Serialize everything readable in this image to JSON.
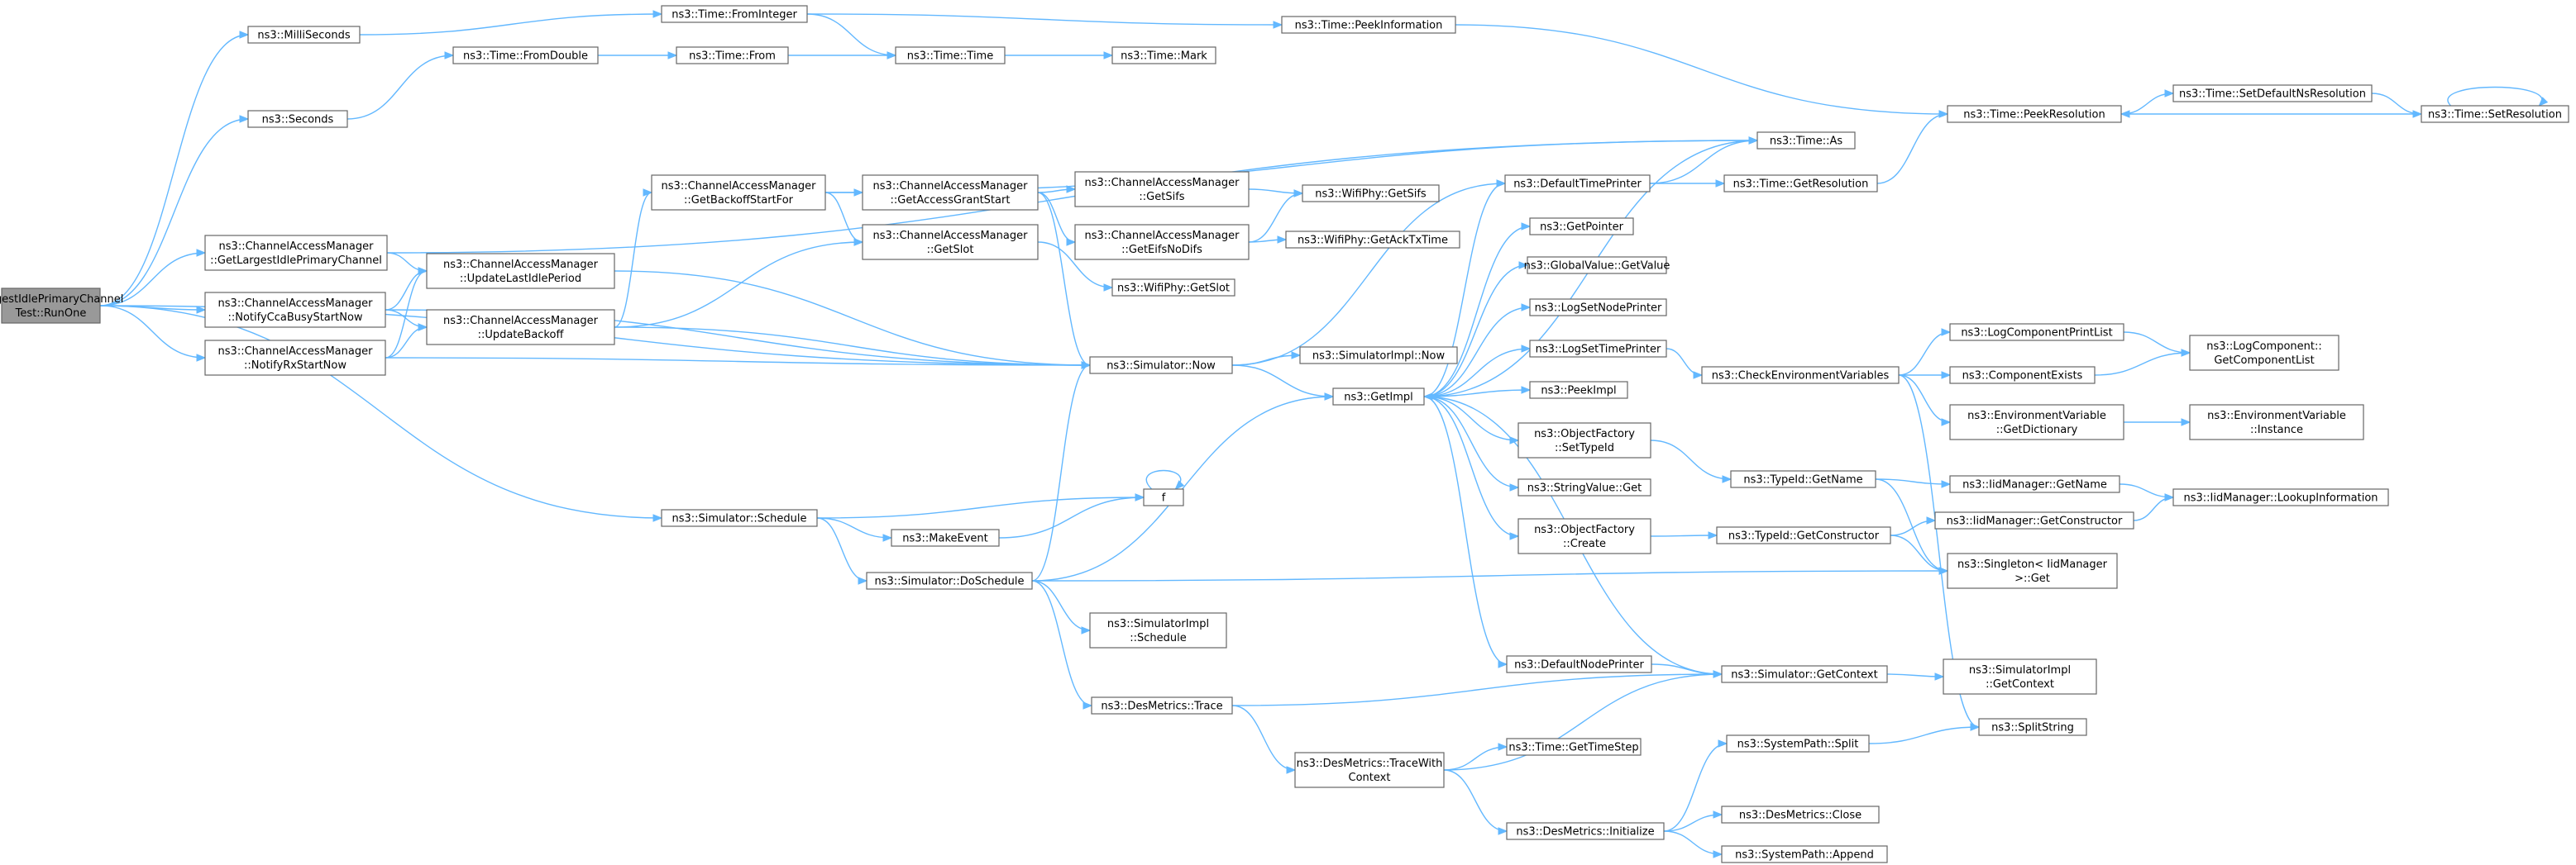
{
  "nodes": [
    {
      "id": "root",
      "lines": [
        "LargestIdlePrimaryChannel",
        "Test::RunOne"
      ],
      "root": true
    },
    {
      "id": "milliseconds",
      "lines": [
        "ns3::MilliSeconds"
      ]
    },
    {
      "id": "seconds",
      "lines": [
        "ns3::Seconds"
      ]
    },
    {
      "id": "getlargest",
      "lines": [
        "ns3::ChannelAccessManager",
        "::GetLargestIdlePrimaryChannel"
      ]
    },
    {
      "id": "notifycca",
      "lines": [
        "ns3::ChannelAccessManager",
        "::NotifyCcaBusyStartNow"
      ]
    },
    {
      "id": "notifyrx",
      "lines": [
        "ns3::ChannelAccessManager",
        "::NotifyRxStartNow"
      ]
    },
    {
      "id": "schedule",
      "lines": [
        "ns3::Simulator::Schedule"
      ]
    },
    {
      "id": "fromdouble",
      "lines": [
        "ns3::Time::FromDouble"
      ]
    },
    {
      "id": "frominteger",
      "lines": [
        "ns3::Time::FromInteger"
      ]
    },
    {
      "id": "updatelastidle",
      "lines": [
        "ns3::ChannelAccessManager",
        "::UpdateLastIdlePeriod"
      ]
    },
    {
      "id": "updatebackoff",
      "lines": [
        "ns3::ChannelAccessManager",
        "::UpdateBackoff"
      ]
    },
    {
      "id": "from",
      "lines": [
        "ns3::Time::From"
      ]
    },
    {
      "id": "getbackoff",
      "lines": [
        "ns3::ChannelAccessManager",
        "::GetBackoffStartFor"
      ]
    },
    {
      "id": "makeevent",
      "lines": [
        "ns3::MakeEvent"
      ]
    },
    {
      "id": "doschedule",
      "lines": [
        "ns3::Simulator::DoSchedule"
      ]
    },
    {
      "id": "time",
      "lines": [
        "ns3::Time::Time"
      ]
    },
    {
      "id": "getaccessgrant",
      "lines": [
        "ns3::ChannelAccessManager",
        "::GetAccessGrantStart"
      ]
    },
    {
      "id": "getslot",
      "lines": [
        "ns3::ChannelAccessManager",
        "::GetSlot"
      ]
    },
    {
      "id": "now",
      "lines": [
        "ns3::Simulator::Now"
      ]
    },
    {
      "id": "trace",
      "lines": [
        "ns3::DesMetrics::Trace"
      ]
    },
    {
      "id": "mark",
      "lines": [
        "ns3::Time::Mark"
      ]
    },
    {
      "id": "getsifs",
      "lines": [
        "ns3::ChannelAccessManager",
        "::GetSifs"
      ]
    },
    {
      "id": "geteifs",
      "lines": [
        "ns3::ChannelAccessManager",
        "::GetEifsNoDifs"
      ]
    },
    {
      "id": "phygetslot",
      "lines": [
        "ns3::WifiPhy::GetSlot"
      ]
    },
    {
      "id": "f",
      "lines": [
        "f"
      ]
    },
    {
      "id": "simimplschedule",
      "lines": [
        "ns3::SimulatorImpl",
        "::Schedule"
      ]
    },
    {
      "id": "tracewithcontext",
      "lines": [
        "ns3::DesMetrics::TraceWith",
        "Context"
      ]
    },
    {
      "id": "peekinfo",
      "lines": [
        "ns3::Time::PeekInformation"
      ]
    },
    {
      "id": "phygetsifs",
      "lines": [
        "ns3::WifiPhy::GetSifs"
      ]
    },
    {
      "id": "phygetack",
      "lines": [
        "ns3::WifiPhy::GetAckTxTime"
      ]
    },
    {
      "id": "simimplnow",
      "lines": [
        "ns3::SimulatorImpl::Now"
      ]
    },
    {
      "id": "getimpl",
      "lines": [
        "ns3::GetImpl"
      ]
    },
    {
      "id": "timeas",
      "lines": [
        "ns3::Time::As"
      ]
    },
    {
      "id": "defaulttimeprinter",
      "lines": [
        "ns3::DefaultTimePrinter"
      ]
    },
    {
      "id": "getpointer",
      "lines": [
        "ns3::GetPointer"
      ]
    },
    {
      "id": "globalvalue",
      "lines": [
        "ns3::GlobalValue::GetValue"
      ]
    },
    {
      "id": "logsetnode",
      "lines": [
        "ns3::LogSetNodePrinter"
      ]
    },
    {
      "id": "logsettime",
      "lines": [
        "ns3::LogSetTimePrinter"
      ]
    },
    {
      "id": "peekimpl",
      "lines": [
        "ns3::PeekImpl"
      ]
    },
    {
      "id": "ofsettypeid",
      "lines": [
        "ns3::ObjectFactory",
        "::SetTypeId"
      ]
    },
    {
      "id": "stringvalue",
      "lines": [
        "ns3::StringValue::Get"
      ]
    },
    {
      "id": "ofcreate",
      "lines": [
        "ns3::ObjectFactory",
        "::Create"
      ]
    },
    {
      "id": "defaultnodeprinter",
      "lines": [
        "ns3::DefaultNodePrinter"
      ]
    },
    {
      "id": "gettimestep",
      "lines": [
        "ns3::Time::GetTimeStep"
      ]
    },
    {
      "id": "initialize",
      "lines": [
        "ns3::DesMetrics::Initialize"
      ]
    },
    {
      "id": "peekres",
      "lines": [
        "ns3::Time::PeekResolution"
      ]
    },
    {
      "id": "getres",
      "lines": [
        "ns3::Time::GetResolution"
      ]
    },
    {
      "id": "checkenv",
      "lines": [
        "ns3::CheckEnvironmentVariables"
      ]
    },
    {
      "id": "typeidgetname",
      "lines": [
        "ns3::TypeId::GetName"
      ]
    },
    {
      "id": "typeidgetctor",
      "lines": [
        "ns3::TypeId::GetConstructor"
      ]
    },
    {
      "id": "getcontext",
      "lines": [
        "ns3::Simulator::GetContext"
      ]
    },
    {
      "id": "syssplit",
      "lines": [
        "ns3::SystemPath::Split"
      ]
    },
    {
      "id": "desclose",
      "lines": [
        "ns3::DesMetrics::Close"
      ]
    },
    {
      "id": "sysappend",
      "lines": [
        "ns3::SystemPath::Append"
      ]
    },
    {
      "id": "setdefaultns",
      "lines": [
        "ns3::Time::SetDefaultNsResolution"
      ]
    },
    {
      "id": "setres",
      "lines": [
        "ns3::Time::SetResolution"
      ]
    },
    {
      "id": "logprintlist",
      "lines": [
        "ns3::LogComponentPrintList"
      ]
    },
    {
      "id": "compexists",
      "lines": [
        "ns3::ComponentExists"
      ]
    },
    {
      "id": "envgetdict",
      "lines": [
        "ns3::EnvironmentVariable",
        "::GetDictionary"
      ]
    },
    {
      "id": "iidgetname",
      "lines": [
        "ns3::IidManager::GetName"
      ]
    },
    {
      "id": "iidgetctor",
      "lines": [
        "ns3::IidManager::GetConstructor"
      ]
    },
    {
      "id": "singleton",
      "lines": [
        "ns3::Singleton< IidManager",
        ">::Get"
      ]
    },
    {
      "id": "simimplgetcontext",
      "lines": [
        "ns3::SimulatorImpl",
        "::GetContext"
      ]
    },
    {
      "id": "splitstring",
      "lines": [
        "ns3::SplitString"
      ]
    },
    {
      "id": "loggetlist",
      "lines": [
        "ns3::LogComponent::",
        "GetComponentList"
      ]
    },
    {
      "id": "envinstance",
      "lines": [
        "ns3::EnvironmentVariable",
        "::Instance"
      ]
    },
    {
      "id": "iidlookup",
      "lines": [
        "ns3::IidManager::LookupInformation"
      ]
    }
  ],
  "edges": [
    [
      "root",
      "milliseconds"
    ],
    [
      "root",
      "seconds"
    ],
    [
      "root",
      "getlargest"
    ],
    [
      "root",
      "notifycca"
    ],
    [
      "root",
      "notifyrx"
    ],
    [
      "root",
      "schedule"
    ],
    [
      "root",
      "now"
    ],
    [
      "milliseconds",
      "frominteger"
    ],
    [
      "seconds",
      "fromdouble"
    ],
    [
      "getlargest",
      "timeas"
    ],
    [
      "getlargest",
      "updatelastidle"
    ],
    [
      "notifycca",
      "updatelastidle"
    ],
    [
      "notifycca",
      "updatebackoff"
    ],
    [
      "notifycca",
      "now"
    ],
    [
      "notifyrx",
      "updatelastidle"
    ],
    [
      "notifyrx",
      "updatebackoff"
    ],
    [
      "notifyrx",
      "now"
    ],
    [
      "schedule",
      "f"
    ],
    [
      "schedule",
      "makeevent"
    ],
    [
      "schedule",
      "doschedule"
    ],
    [
      "fromdouble",
      "from"
    ],
    [
      "frominteger",
      "time"
    ],
    [
      "frominteger",
      "peekinfo"
    ],
    [
      "updatelastidle",
      "now"
    ],
    [
      "updatebackoff",
      "getbackoff"
    ],
    [
      "updatebackoff",
      "getslot"
    ],
    [
      "updatebackoff",
      "now"
    ],
    [
      "from",
      "time"
    ],
    [
      "getbackoff",
      "getaccessgrant"
    ],
    [
      "getbackoff",
      "getslot"
    ],
    [
      "getbackoff",
      "timeas"
    ],
    [
      "makeevent",
      "f"
    ],
    [
      "doschedule",
      "now"
    ],
    [
      "doschedule",
      "getimpl"
    ],
    [
      "doschedule",
      "simimplschedule"
    ],
    [
      "doschedule",
      "trace"
    ],
    [
      "doschedule",
      "singleton"
    ],
    [
      "time",
      "mark"
    ],
    [
      "getaccessgrant",
      "getsifs"
    ],
    [
      "getaccessgrant",
      "geteifs"
    ],
    [
      "getaccessgrant",
      "now"
    ],
    [
      "getslot",
      "phygetslot"
    ],
    [
      "now",
      "simimplnow"
    ],
    [
      "now",
      "getimpl"
    ],
    [
      "now",
      "defaulttimeprinter"
    ],
    [
      "trace",
      "tracewithcontext"
    ],
    [
      "trace",
      "getcontext"
    ],
    [
      "getsifs",
      "phygetsifs"
    ],
    [
      "geteifs",
      "phygetsifs"
    ],
    [
      "geteifs",
      "phygetack"
    ],
    [
      "f",
      "f"
    ],
    [
      "tracewithcontext",
      "gettimestep"
    ],
    [
      "tracewithcontext",
      "initialize"
    ],
    [
      "tracewithcontext",
      "getcontext"
    ],
    [
      "peekinfo",
      "peekres"
    ],
    [
      "getimpl",
      "defaulttimeprinter"
    ],
    [
      "getimpl",
      "getpointer"
    ],
    [
      "getimpl",
      "globalvalue"
    ],
    [
      "getimpl",
      "logsetnode"
    ],
    [
      "getimpl",
      "logsettime"
    ],
    [
      "getimpl",
      "peekimpl"
    ],
    [
      "getimpl",
      "ofsettypeid"
    ],
    [
      "getimpl",
      "stringvalue"
    ],
    [
      "getimpl",
      "ofcreate"
    ],
    [
      "getimpl",
      "defaultnodeprinter"
    ],
    [
      "getimpl",
      "timeas"
    ],
    [
      "defaulttimeprinter",
      "timeas"
    ],
    [
      "defaulttimeprinter",
      "getres"
    ],
    [
      "logsettime",
      "checkenv"
    ],
    [
      "ofsettypeid",
      "typeidgetname"
    ],
    [
      "ofcreate",
      "typeidgetctor"
    ],
    [
      "defaultnodeprinter",
      "getcontext"
    ],
    [
      "initialize",
      "syssplit"
    ],
    [
      "initialize",
      "desclose"
    ],
    [
      "initialize",
      "sysappend"
    ],
    [
      "peekres",
      "setdefaultns"
    ],
    [
      "getres",
      "peekres"
    ],
    [
      "checkenv",
      "logprintlist"
    ],
    [
      "checkenv",
      "compexists"
    ],
    [
      "checkenv",
      "envgetdict"
    ],
    [
      "checkenv",
      "splitstring"
    ],
    [
      "typeidgetname",
      "iidgetname"
    ],
    [
      "typeidgetname",
      "singleton"
    ],
    [
      "typeidgetctor",
      "iidgetctor"
    ],
    [
      "typeidgetctor",
      "singleton"
    ],
    [
      "getcontext",
      "getimpl"
    ],
    [
      "getcontext",
      "simimplgetcontext"
    ],
    [
      "syssplit",
      "splitstring"
    ],
    [
      "setdefaultns",
      "setres"
    ],
    [
      "setres",
      "peekres"
    ],
    [
      "setres",
      "setres"
    ],
    [
      "logprintlist",
      "loggetlist"
    ],
    [
      "compexists",
      "loggetlist"
    ],
    [
      "envgetdict",
      "envinstance"
    ],
    [
      "iidgetname",
      "iidlookup"
    ],
    [
      "iidgetctor",
      "iidlookup"
    ]
  ]
}
